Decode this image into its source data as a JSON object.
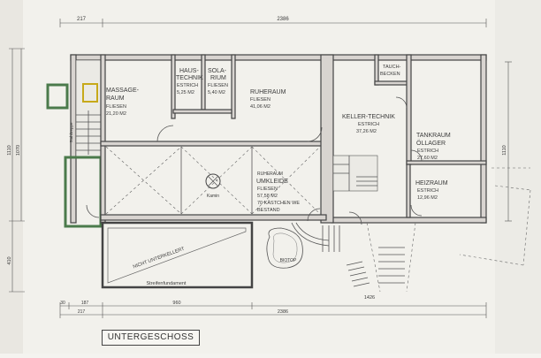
{
  "plan_title": "UNTERGESCHOSS",
  "dimensions": {
    "top_left": "217",
    "top_total": "2386",
    "left_1": "1110",
    "left_2": "1070",
    "left_3": "410",
    "right_1": "1110",
    "bottom_1": "30",
    "bottom_2": "187",
    "bottom_3": "960",
    "bottom_4": "1426",
    "bottom_left": "217",
    "bottom_total": "2386"
  },
  "rooms": {
    "massage": {
      "name": "MASSAGE-",
      "name2": "RAUM",
      "floor": "FLIESEN",
      "area": "21,20 M2"
    },
    "haustechnik": {
      "name": "HAUS-",
      "name2": "TECHNIK",
      "floor": "ESTRICH",
      "area": "5,25 M2"
    },
    "solarium": {
      "name": "SOLA-",
      "name2": "RIUM",
      "floor": "FLIESEN",
      "area": "5,40 M2"
    },
    "ruheraum": {
      "name": "RUHERAUM",
      "floor": "FLIESEN",
      "area": "41,06 M2"
    },
    "tauchbecken": {
      "name": "TAUCH-",
      "name2": "BECKEN"
    },
    "kellertechnik": {
      "name": "KELLER-TECHNIK",
      "floor": "ESTRICH",
      "area": "37,26 M2"
    },
    "tankraum": {
      "name": "TANKRAUM",
      "name2": "ÖLLAGER",
      "floor": "ESTRICH",
      "area": "27,60 M2"
    },
    "heizraum": {
      "name": "HEIZRAUM",
      "floor": "ESTRICH",
      "area": "12,96 M2"
    },
    "umkleide": {
      "name": "RUHERAUM",
      "name2": "UMKLEIDE",
      "floor": "FLIESEN",
      "area": "57,58 M2",
      "note1": "70 KÄSTCHEN WE",
      "note2": "BESTAND"
    },
    "kamin": {
      "name": "Kamin"
    },
    "biotop": {
      "name": "BIOTOP"
    },
    "nicht_unterkellert": {
      "name": "NICHT UNTERKELLERT"
    },
    "streifenfundament": {
      "name": "Streifenfundament"
    },
    "stair_label": {
      "name": "Stahltreppe"
    }
  }
}
